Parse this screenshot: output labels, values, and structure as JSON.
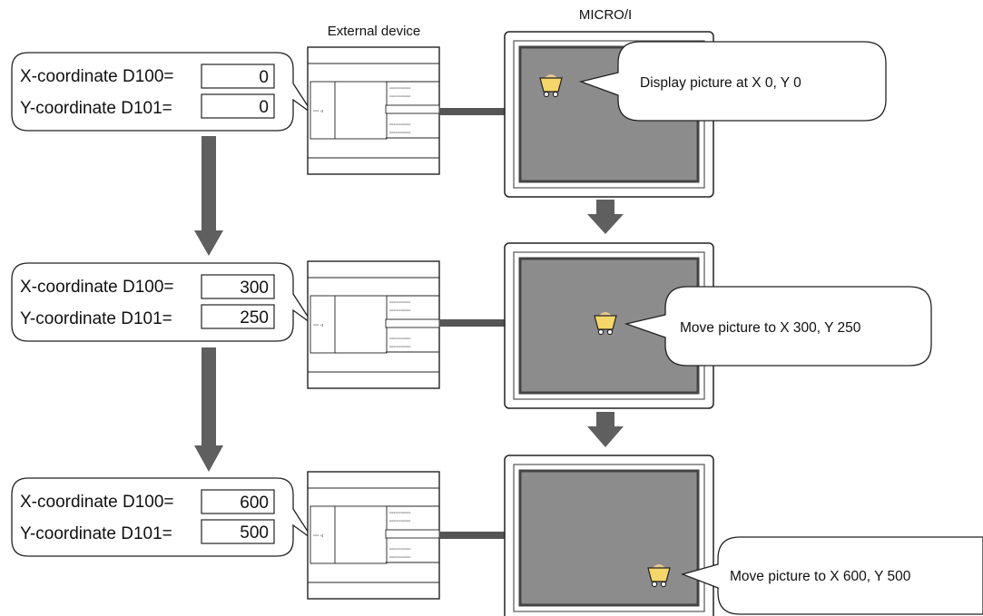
{
  "headers": {
    "external_device": "External device",
    "micro_i": "MICRO/I"
  },
  "steps": [
    {
      "x_label": "X-coordinate D100=",
      "y_label": "Y-coordinate D101=",
      "x_value": "0",
      "y_value": "0",
      "callout": "Display picture at X 0, Y 0"
    },
    {
      "x_label": "X-coordinate D100=",
      "y_label": "Y-coordinate D101=",
      "x_value": "300",
      "y_value": "250",
      "callout": "Move picture to X 300, Y 250"
    },
    {
      "x_label": "X-coordinate D100=",
      "y_label": "Y-coordinate D101=",
      "x_value": "600",
      "y_value": "500",
      "callout": "Move picture to X 600, Y 500"
    }
  ],
  "colors": {
    "arrow": "#5f5f5f",
    "screen": "#8c8c8c",
    "screen_border": "#555555",
    "cart": "#f5d66b",
    "cable": "#555555"
  },
  "icons": [
    "mine-cart-icon",
    "down-arrow-icon",
    "plc-device-icon",
    "hmi-panel-icon"
  ]
}
